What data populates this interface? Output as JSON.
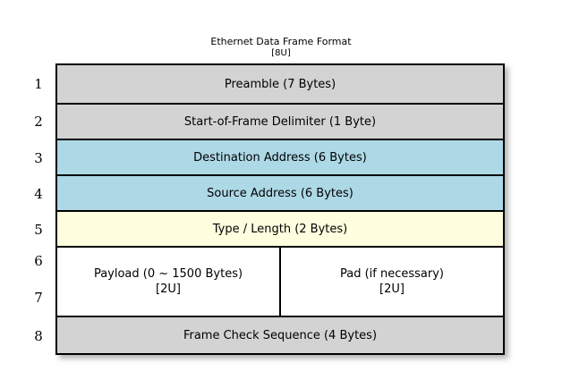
{
  "diagram": {
    "title": "Ethernet Data Frame Format",
    "subtitle": "[8U]",
    "background_color": "#FFFFFF",
    "border_color": "#000000",
    "colors": {
      "gray": "#D3D3D3",
      "blue": "#ADD8E6",
      "yellow": "#FFFFE0",
      "white": "#FFFFFF"
    },
    "row_numbers": [
      "1",
      "2",
      "3",
      "4",
      "5",
      "6",
      "7",
      "8"
    ],
    "rows": [
      {
        "number": "1",
        "label": "Preamble (7 Bytes)",
        "color": "#D3D3D3",
        "height": 44
      },
      {
        "number": "2",
        "label": "Start-of-Frame Delimiter (1 Byte)",
        "color": "#D3D3D3",
        "height": 40
      },
      {
        "number": "3",
        "label": "Destination Address (6 Bytes)",
        "color": "#ADD8E6",
        "height": 40
      },
      {
        "number": "4",
        "label": "Source Address (6 Bytes)",
        "color": "#ADD8E6",
        "height": 40
      },
      {
        "number": "5",
        "label": "Type / Length (2 Bytes)",
        "color": "#FFFFE0",
        "height": 40
      }
    ],
    "split_row": {
      "numbers": [
        "6",
        "7"
      ],
      "height": 78,
      "color": "#FFFFFF",
      "left_cell": {
        "label": "Payload (0 ~ 1500 Bytes)",
        "sublabel": "[2U]"
      },
      "right_cell": {
        "label": "Pad (if necessary)",
        "sublabel": "[2U]"
      }
    },
    "last_row": {
      "number": "8",
      "label": "Frame Check Sequence (4 Bytes)",
      "color": "#D3D3D3",
      "height": 40
    }
  }
}
